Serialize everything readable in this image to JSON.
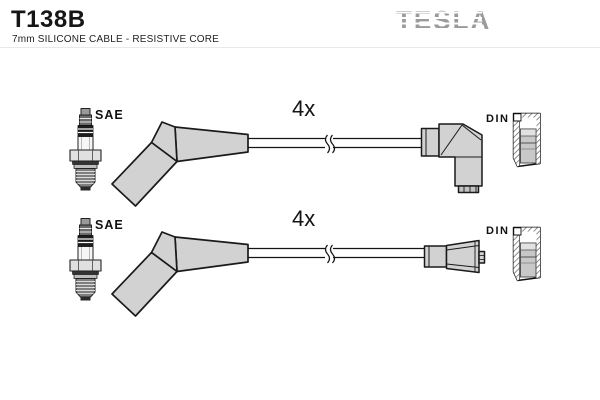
{
  "header": {
    "part_number": "T138B",
    "subtitle": "7mm SILICONE CABLE - RESISTIVE CORE",
    "brand": "TESLA"
  },
  "kit": {
    "rows": [
      {
        "plug_end": "SAE",
        "quantity": "4x",
        "dist_end": "DIN",
        "connector_style": "angled-90"
      },
      {
        "plug_end": "SAE",
        "quantity": "4x",
        "dist_end": "DIN",
        "connector_style": "straight"
      }
    ]
  },
  "colors": {
    "background": "#ffffff",
    "outline": "#1a1a1a",
    "boot_fill": "#d2d2d2",
    "brand_gray": "#9b9b9b"
  }
}
